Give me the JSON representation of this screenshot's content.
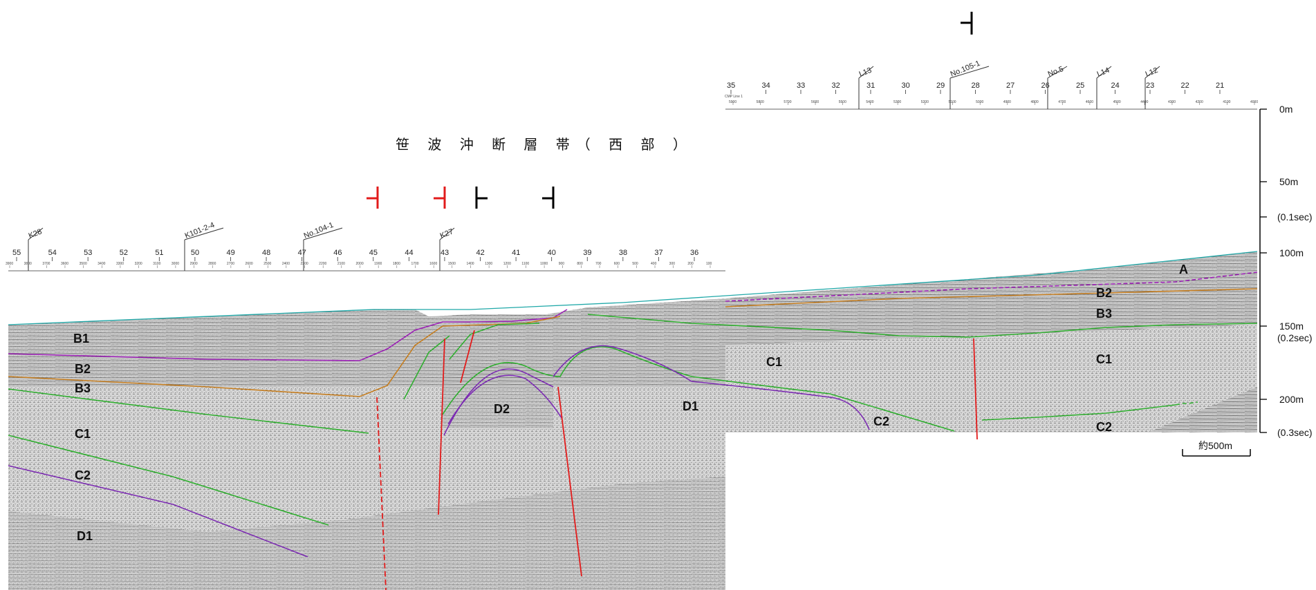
{
  "title": "笹 波 沖 断 層 帯（ 西 部 ）",
  "west_profile": {
    "shotpoints": [
      "55",
      "54",
      "53",
      "52",
      "51",
      "50",
      "49",
      "48",
      "47",
      "46",
      "45",
      "44",
      "43",
      "42",
      "41",
      "40",
      "39",
      "38",
      "37",
      "36"
    ],
    "cdp_numbers": [
      "3900",
      "3800",
      "3700",
      "3600",
      "3500",
      "3400",
      "3300",
      "3200",
      "3100",
      "3000",
      "2900",
      "2800",
      "2700",
      "2600",
      "2500",
      "2400",
      "2300",
      "2200",
      "2100",
      "2000",
      "1900",
      "1800",
      "1700",
      "1600",
      "1500",
      "1400",
      "1300",
      "1200",
      "1100",
      "1000",
      "900",
      "800",
      "700",
      "600",
      "500",
      "400",
      "300",
      "200",
      "100"
    ],
    "crossing_lines": [
      "K28",
      "K101-2-4",
      "No.104-1",
      "K27"
    ],
    "units": [
      "B1",
      "B2",
      "B3",
      "C1",
      "C2",
      "D1",
      "D2"
    ]
  },
  "east_profile": {
    "shotpoints": [
      "35",
      "34",
      "33",
      "32",
      "31",
      "30",
      "29",
      "28",
      "27",
      "26",
      "25",
      "24",
      "23",
      "22",
      "21"
    ],
    "cdp_numbers": [
      "5900",
      "5800",
      "5700",
      "5600",
      "5500",
      "5400",
      "5300",
      "5200",
      "5100",
      "5000",
      "4900",
      "4800",
      "4700",
      "4600",
      "4500",
      "4400",
      "4300",
      "4200",
      "4100",
      "4000"
    ],
    "line_label": "CMP Line 1",
    "crossing_lines": [
      "L13",
      "No.105-1",
      "No.5",
      "L14",
      "L12"
    ],
    "units": [
      "A",
      "B2",
      "B3",
      "C1",
      "C1",
      "C2",
      "C2",
      "D1"
    ]
  },
  "depth_scale": {
    "labels": [
      "0m",
      "50m",
      "(0.1sec)",
      "100m",
      "150m",
      "(0.2sec)",
      "200m",
      "(0.3sec)"
    ]
  },
  "scale_bar": {
    "label": "約500m"
  },
  "colors": {
    "fault": "#e21b1b",
    "fault_black": "#000000",
    "horizon_B1_B2": "#9b1fb5",
    "horizon_B2_B3": "#c57d1f",
    "horizon_C": "#2fae2f",
    "horizon_D": "#7b2ab2",
    "seafloor": "#1fa8a8"
  }
}
